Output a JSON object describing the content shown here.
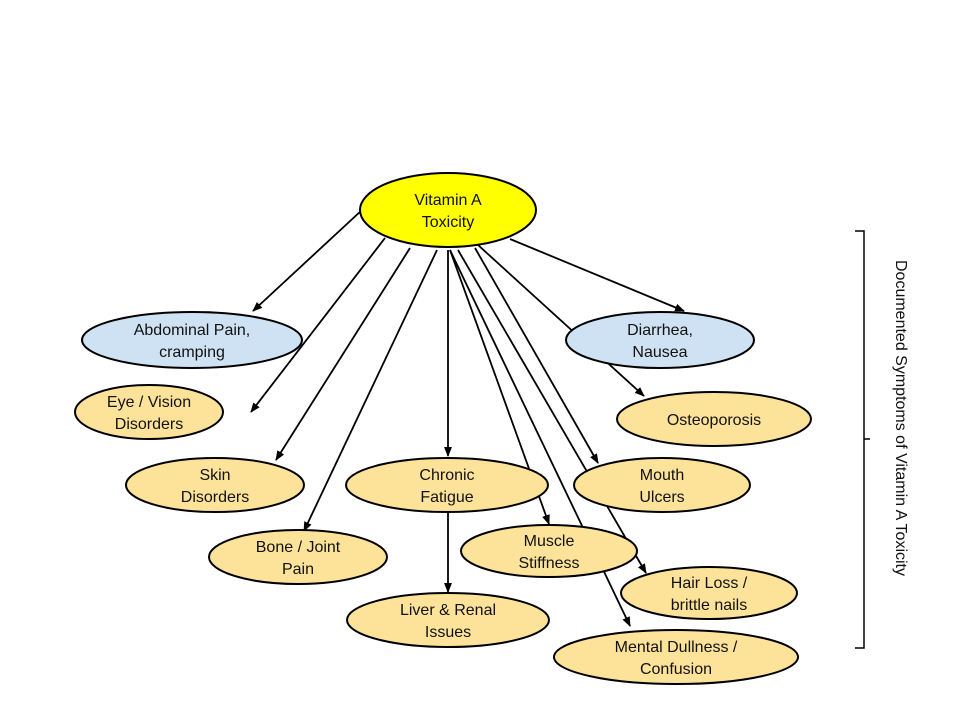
{
  "diagram": {
    "colors": {
      "root_fill": "#ffff00",
      "symptom_fill": "#fde39a",
      "gi_fill": "#cfe2f3",
      "stroke": "#000000"
    },
    "root": {
      "id": "root",
      "lines": [
        "Vitamin A",
        "Toxicity"
      ]
    },
    "nodes": [
      {
        "id": "abdominal",
        "lines": [
          "Abdominal Pain,",
          "cramping"
        ],
        "kind": "gi"
      },
      {
        "id": "diarrhea",
        "lines": [
          "Diarrhea,",
          "Nausea"
        ],
        "kind": "gi"
      },
      {
        "id": "eye",
        "lines": [
          "Eye / Vision",
          "Disorders"
        ],
        "kind": "symptom"
      },
      {
        "id": "osteoporosis",
        "lines": [
          "Osteoporosis"
        ],
        "kind": "symptom"
      },
      {
        "id": "skin",
        "lines": [
          "Skin",
          "Disorders"
        ],
        "kind": "symptom"
      },
      {
        "id": "fatigue",
        "lines": [
          "Chronic",
          "Fatigue"
        ],
        "kind": "symptom"
      },
      {
        "id": "mouth",
        "lines": [
          "Mouth",
          "Ulcers"
        ],
        "kind": "symptom"
      },
      {
        "id": "bone",
        "lines": [
          "Bone / Joint",
          "Pain"
        ],
        "kind": "symptom"
      },
      {
        "id": "muscle",
        "lines": [
          "Muscle",
          "Stiffness"
        ],
        "kind": "symptom"
      },
      {
        "id": "hair",
        "lines": [
          "Hair Loss /",
          "brittle nails"
        ],
        "kind": "symptom"
      },
      {
        "id": "liver",
        "lines": [
          "Liver & Renal",
          "Issues"
        ],
        "kind": "symptom"
      },
      {
        "id": "mental",
        "lines": [
          "Mental Dullness /",
          "Confusion"
        ],
        "kind": "symptom"
      }
    ],
    "edges": [
      {
        "from": "root",
        "to": "abdominal"
      },
      {
        "from": "root",
        "to": "eye"
      },
      {
        "from": "root",
        "to": "skin"
      },
      {
        "from": "root",
        "to": "bone"
      },
      {
        "from": "root",
        "to": "fatigue"
      },
      {
        "from": "root",
        "to": "muscle"
      },
      {
        "from": "root",
        "to": "mental"
      },
      {
        "from": "root",
        "to": "hair"
      },
      {
        "from": "root",
        "to": "mouth"
      },
      {
        "from": "root",
        "to": "osteoporosis"
      },
      {
        "from": "root",
        "to": "diarrhea"
      },
      {
        "from": "fatigue",
        "to": "liver"
      }
    ],
    "bracket_label": "Documented Symptoms of Vitamin A Toxicity"
  }
}
